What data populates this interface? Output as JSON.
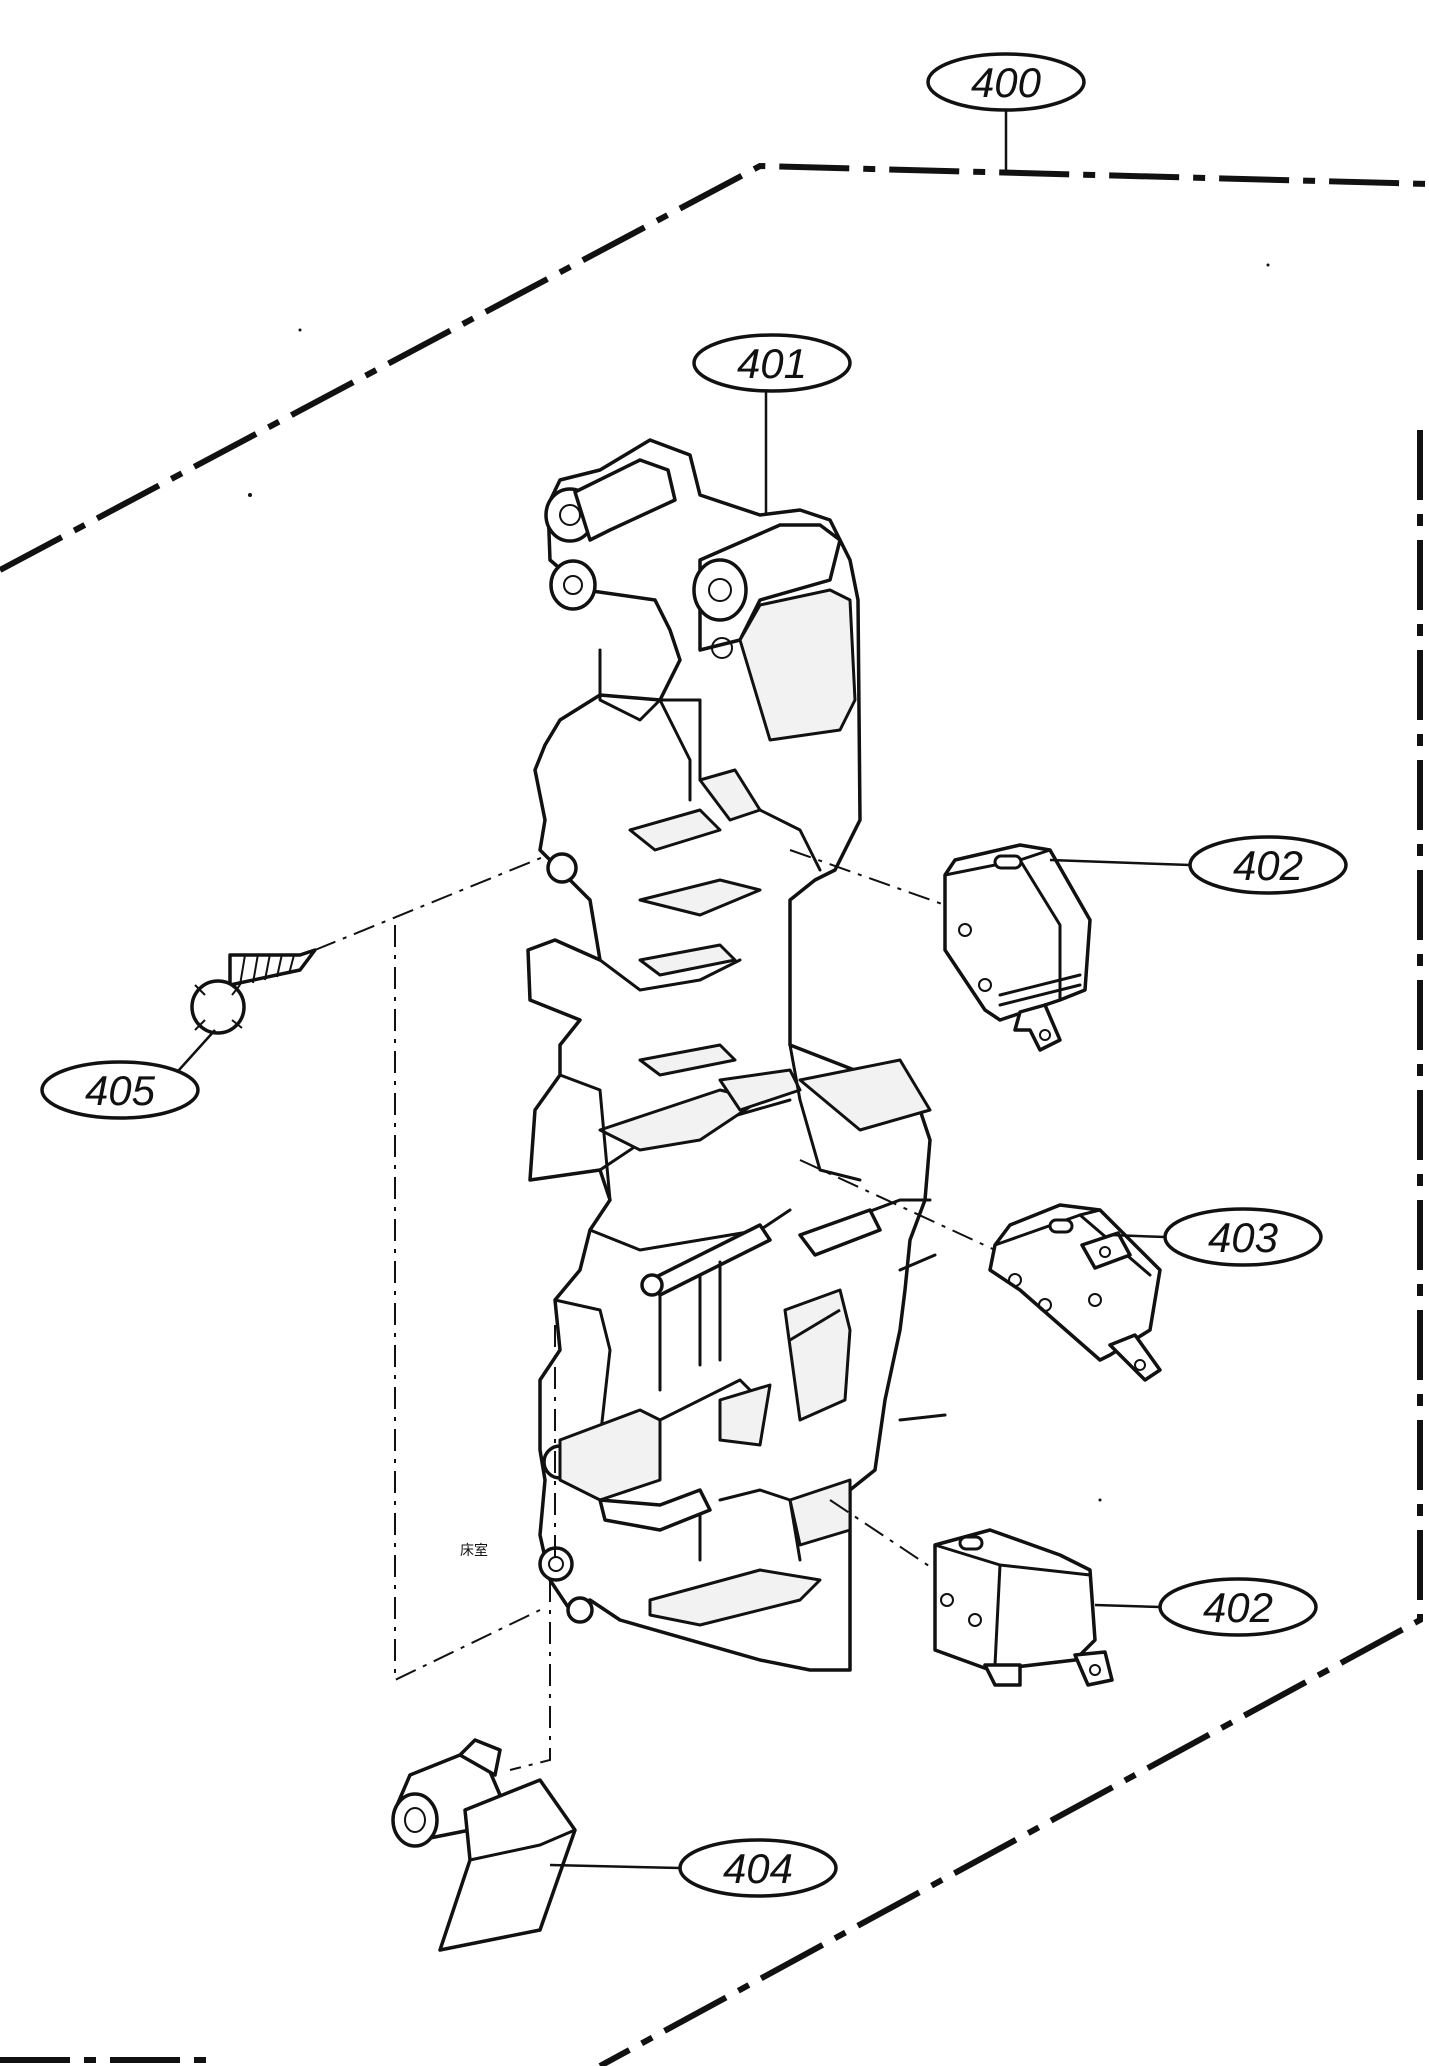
{
  "diagram": {
    "labels": {
      "assembly": "400",
      "latch_board": "401",
      "switch_upper": "402",
      "switch_middle": "403",
      "switch_lower": "402",
      "lever": "404",
      "screw": "405"
    },
    "stamp": "床室"
  }
}
